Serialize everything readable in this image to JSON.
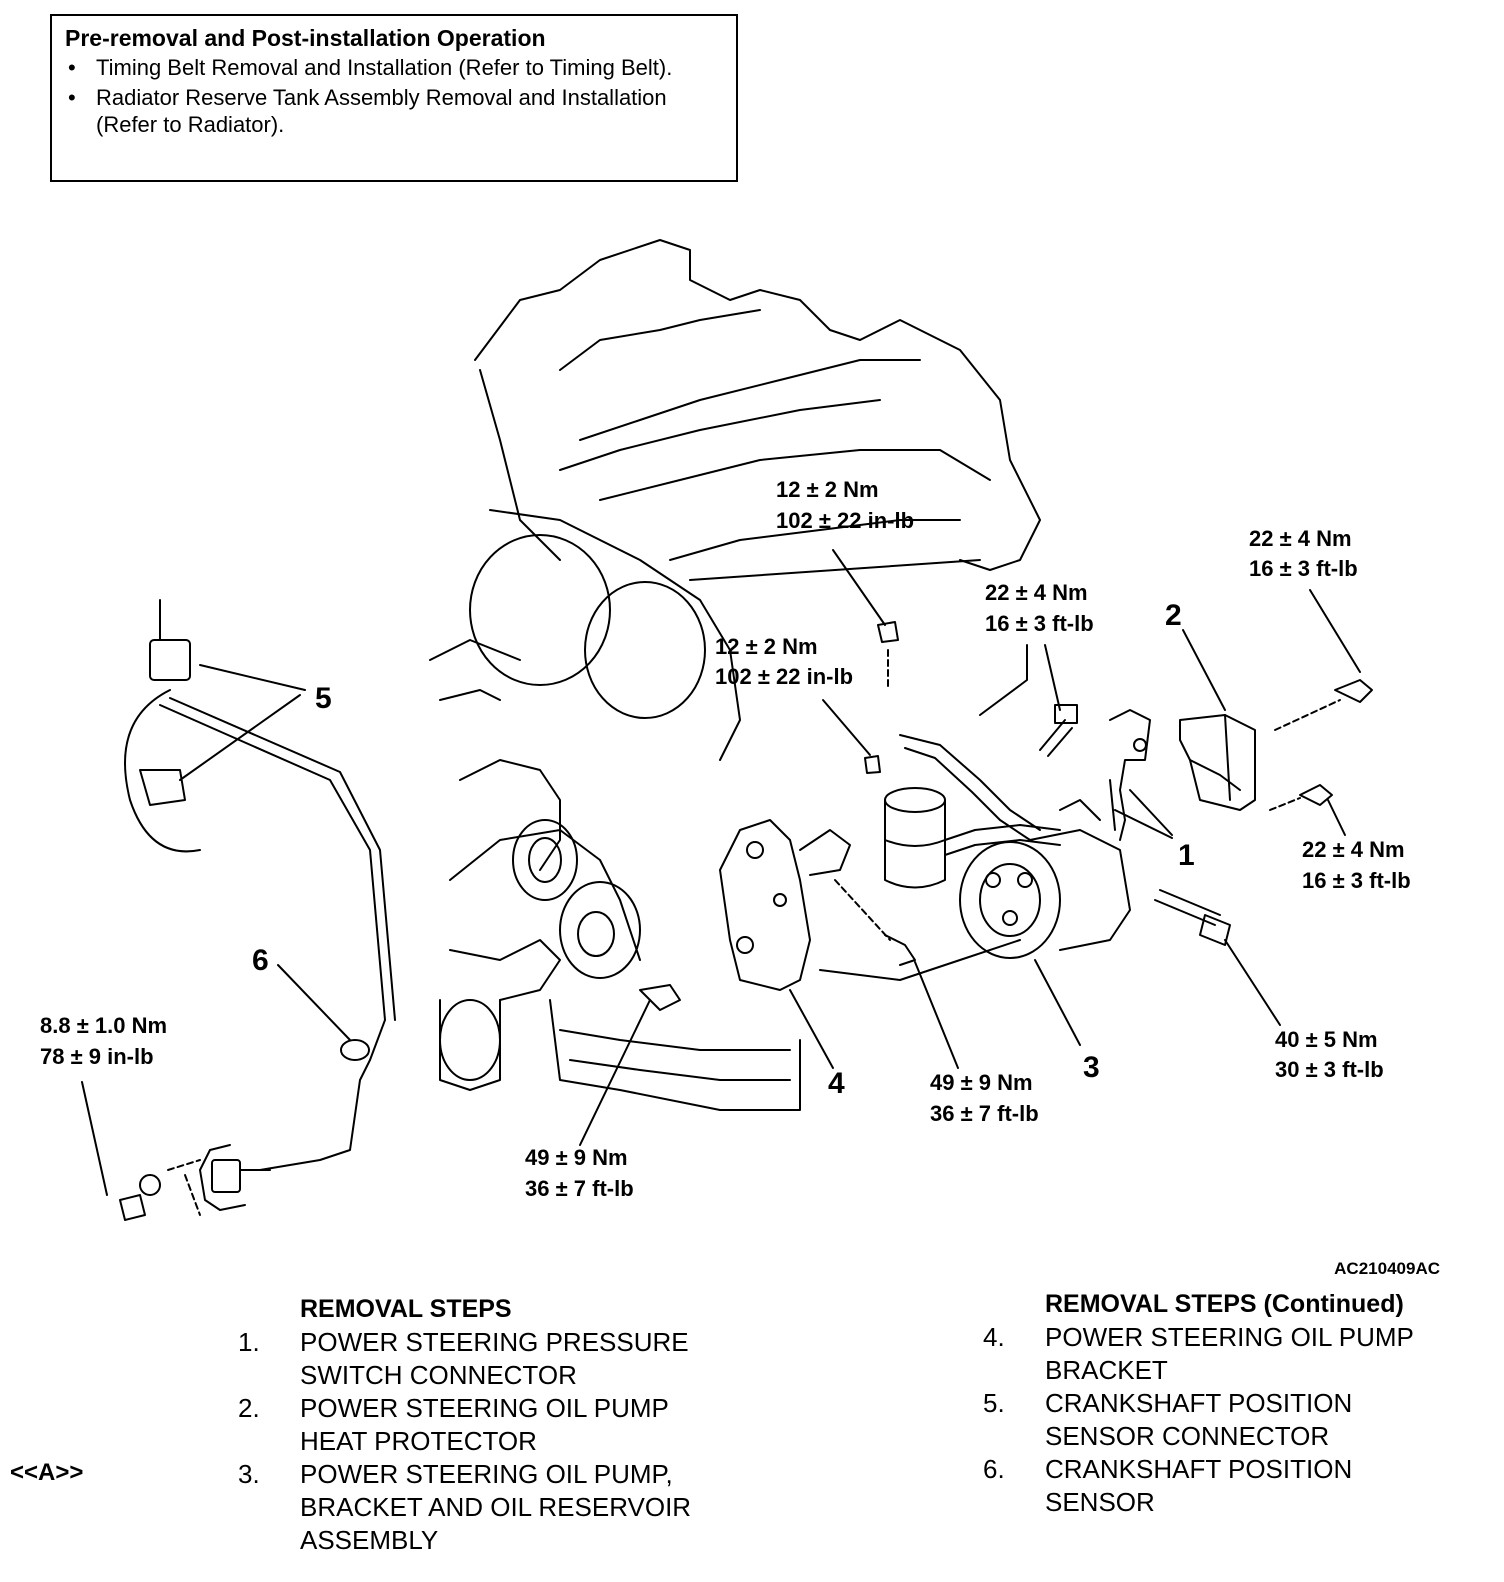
{
  "pre_operation": {
    "title": "Pre-removal and Post-installation Operation",
    "items": [
      "Timing Belt Removal and Installation (Refer to Timing Belt).",
      "Radiator Reserve Tank Assembly Removal and Installation (Refer to Radiator)."
    ]
  },
  "diagram": {
    "figure_id": "AC210409AC",
    "callouts": [
      "1",
      "2",
      "3",
      "4",
      "5",
      "6"
    ],
    "torques": [
      {
        "line1": "12 ± 2 Nm",
        "line2": "102 ± 22 in-lb"
      },
      {
        "line1": "12 ± 2 Nm",
        "line2": "102 ± 22 in-lb"
      },
      {
        "line1": "22 ± 4 Nm",
        "line2": "16 ± 3 ft-lb"
      },
      {
        "line1": "22 ± 4 Nm",
        "line2": "16 ± 3 ft-lb"
      },
      {
        "line1": "22 ± 4 Nm",
        "line2": "16 ± 3 ft-lb"
      },
      {
        "line1": "8.8 ± 1.0 Nm",
        "line2": "78 ± 9 in-lb"
      },
      {
        "line1": "40 ± 5 Nm",
        "line2": "30 ± 3 ft-lb"
      },
      {
        "line1": "49 ± 9 Nm",
        "line2": "36 ± 7 ft-lb"
      },
      {
        "line1": "49 ± 9 Nm",
        "line2": "36 ± 7 ft-lb"
      }
    ]
  },
  "removal_steps": {
    "title": "REMOVAL STEPS",
    "steps": [
      {
        "num": "1.",
        "line1": "POWER STEERING PRESSURE",
        "line2": "SWITCH CONNECTOR",
        "line3": ""
      },
      {
        "num": "2.",
        "line1": "POWER STEERING OIL PUMP",
        "line2": "HEAT PROTECTOR",
        "line3": ""
      },
      {
        "num": "3.",
        "line1": "POWER STEERING OIL PUMP,",
        "line2": "BRACKET AND OIL RESERVOIR",
        "line3": "ASSEMBLY"
      }
    ],
    "note": "<<A>>"
  },
  "removal_steps_continued": {
    "title": "REMOVAL STEPS (Continued)",
    "steps": [
      {
        "num": "4.",
        "line1": "POWER STEERING OIL PUMP",
        "line2": "BRACKET"
      },
      {
        "num": "5.",
        "line1": "CRANKSHAFT POSITION",
        "line2": "SENSOR CONNECTOR"
      },
      {
        "num": "6.",
        "line1": "CRANKSHAFT POSITION",
        "line2": "SENSOR"
      }
    ]
  }
}
